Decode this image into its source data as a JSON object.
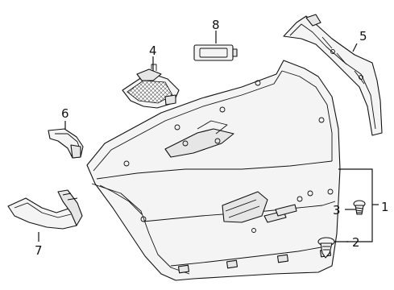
{
  "diagram": {
    "callouts": [
      {
        "id": "callout-1",
        "text": "1"
      },
      {
        "id": "callout-2",
        "text": "2"
      },
      {
        "id": "callout-3",
        "text": "3"
      },
      {
        "id": "callout-4",
        "text": "4"
      },
      {
        "id": "callout-5",
        "text": "5"
      },
      {
        "id": "callout-6",
        "text": "6"
      },
      {
        "id": "callout-7",
        "text": "7"
      },
      {
        "id": "callout-8",
        "text": "8"
      }
    ]
  }
}
